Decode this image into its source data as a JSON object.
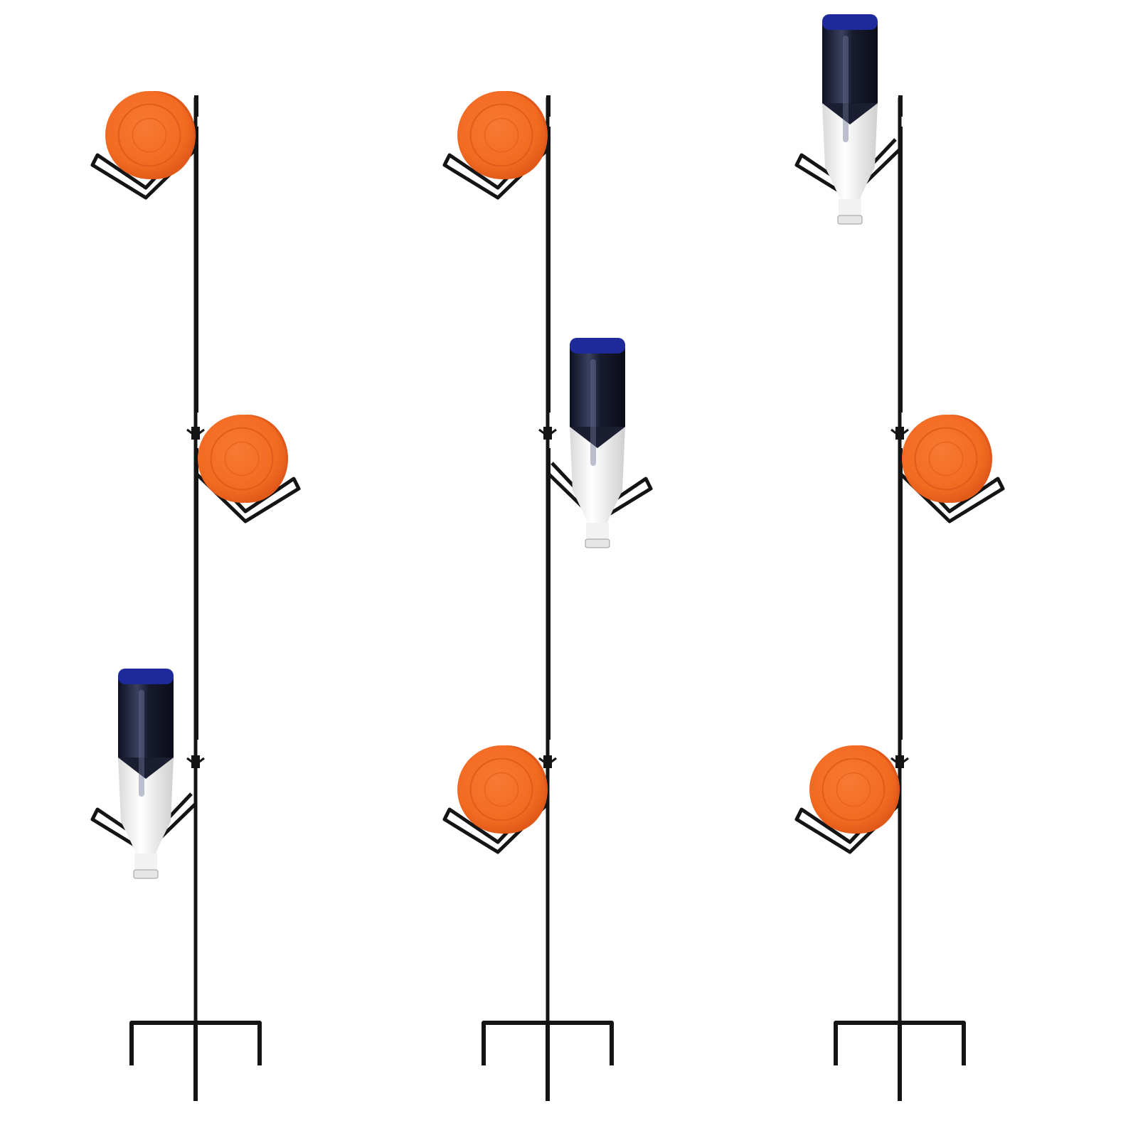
{
  "scene": {
    "background": "#ffffff",
    "colors": {
      "frame": "#141414",
      "clay_target": "#f36a21",
      "clay_target_rim": "#e0581a",
      "bottle_glass": "#1b1f33",
      "bottle_cap": "#1e2a9c",
      "bottle_label": "#f4f4f4"
    },
    "stands": [
      {
        "name": "stand-left",
        "holders": [
          {
            "side": "left",
            "item": "clay-target"
          },
          {
            "side": "right",
            "item": "clay-target"
          },
          {
            "side": "left",
            "item": "bottle"
          }
        ]
      },
      {
        "name": "stand-middle",
        "holders": [
          {
            "side": "left",
            "item": "clay-target"
          },
          {
            "side": "right",
            "item": "bottle"
          },
          {
            "side": "left",
            "item": "clay-target"
          }
        ]
      },
      {
        "name": "stand-right",
        "holders": [
          {
            "side": "left",
            "item": "bottle"
          },
          {
            "side": "right",
            "item": "clay-target"
          },
          {
            "side": "left",
            "item": "clay-target"
          }
        ]
      }
    ]
  }
}
